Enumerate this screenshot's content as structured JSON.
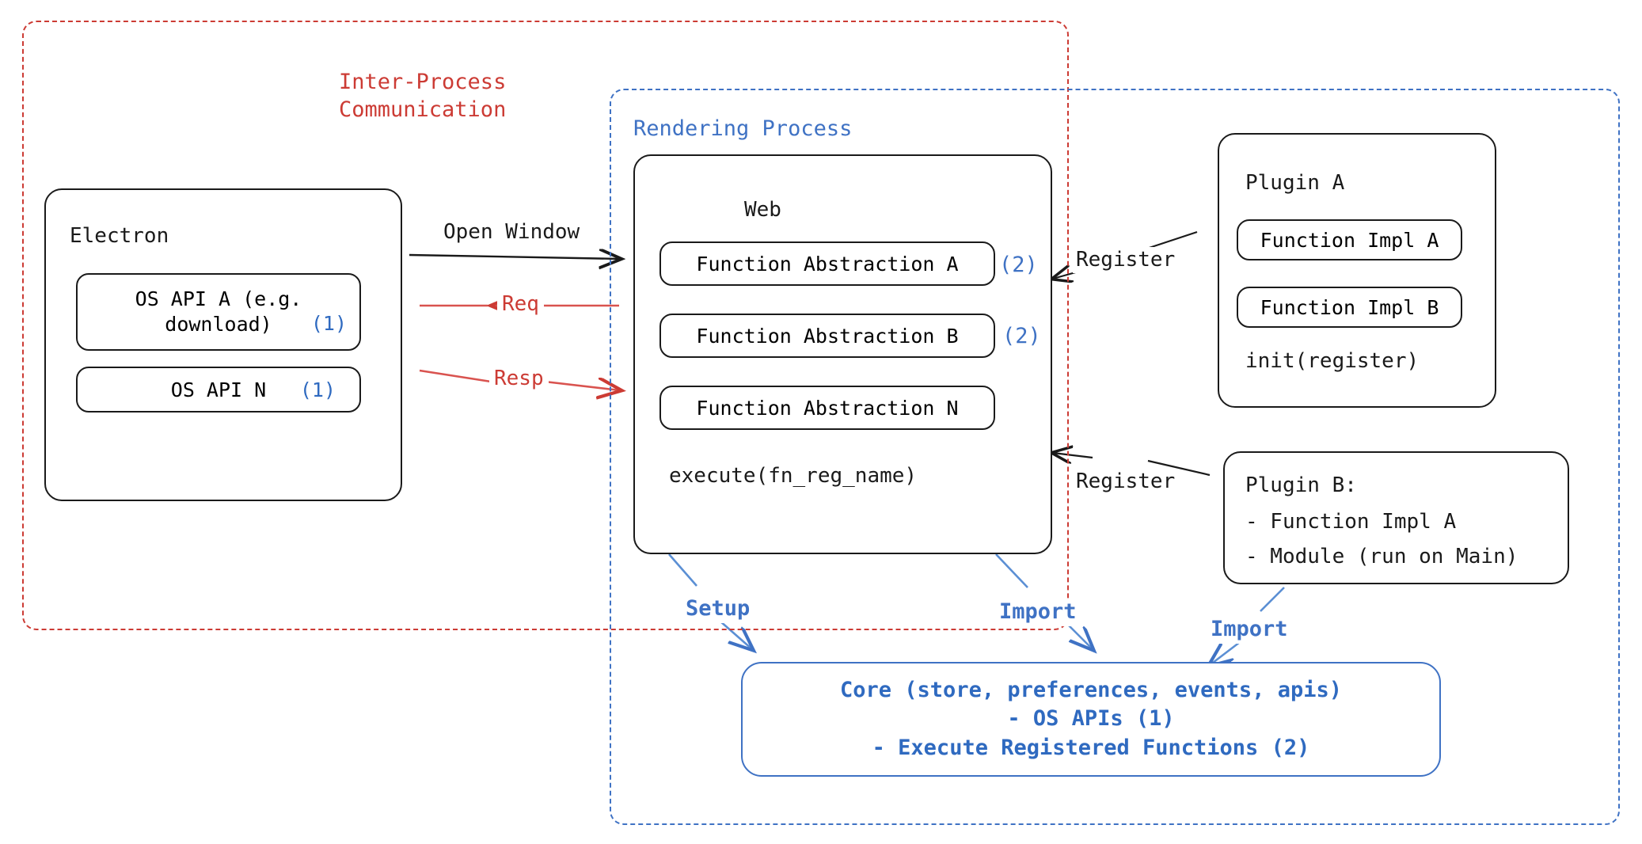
{
  "diagram": {
    "title": "Electron plugin architecture diagram",
    "colors": {
      "ipc_red": "#cc3b34",
      "process_blue": "#3f72c4",
      "core_blue": "#2f6ac0",
      "stroke_black": "#1a1a1a",
      "background": "#ffffff"
    }
  },
  "boundaries": {
    "ipc": {
      "label_line1": "Inter-Process",
      "label_line2": "Communication",
      "style": "dashed",
      "color": "#cc3b34"
    },
    "rendering_process": {
      "label": "Rendering Process",
      "style": "dashed",
      "color": "#3f72c4"
    }
  },
  "electron": {
    "title": "Electron",
    "apis": [
      {
        "label": "OS API A (e.g.\ndownload)",
        "badge": "(1)"
      },
      {
        "label": "OS API N",
        "badge": "(1)"
      }
    ]
  },
  "web": {
    "title": "Web",
    "abstractions": [
      {
        "label": "Function Abstraction A",
        "badge": "(2)"
      },
      {
        "label": "Function Abstraction B",
        "badge": "(2)"
      },
      {
        "label": "Function Abstraction N",
        "badge": ""
      }
    ],
    "footer": "execute(fn_reg_name)"
  },
  "plugin_a": {
    "title": "Plugin A",
    "items": [
      "Function Impl A",
      "Function Impl B"
    ],
    "footer": "init(register)"
  },
  "plugin_b": {
    "title": "Plugin B:",
    "lines": [
      "- Function Impl A",
      "- Module (run on Main)"
    ]
  },
  "core": {
    "line1": "Core (store, preferences, events, apis)",
    "line2": "- OS APIs (1)",
    "line3": "- Execute Registered Functions (2)"
  },
  "arrows": [
    {
      "name": "open-window",
      "label": "Open Window",
      "color": "#1a1a1a",
      "direction": "right"
    },
    {
      "name": "req",
      "label": "Req",
      "color": "#cc3b34",
      "direction": "left"
    },
    {
      "name": "resp",
      "label": "Resp",
      "color": "#cc3b34",
      "direction": "right"
    },
    {
      "name": "register-plugin-a",
      "label": "Register",
      "color": "#1a1a1a",
      "direction": "left"
    },
    {
      "name": "register-plugin-b",
      "label": "Register",
      "color": "#1a1a1a",
      "direction": "left"
    },
    {
      "name": "setup",
      "label": "Setup",
      "color": "#3f72c4",
      "direction": "down"
    },
    {
      "name": "import-web",
      "label": "Import",
      "color": "#3f72c4",
      "direction": "down"
    },
    {
      "name": "import-plugin-b",
      "label": "Import",
      "color": "#3f72c4",
      "direction": "down"
    }
  ]
}
